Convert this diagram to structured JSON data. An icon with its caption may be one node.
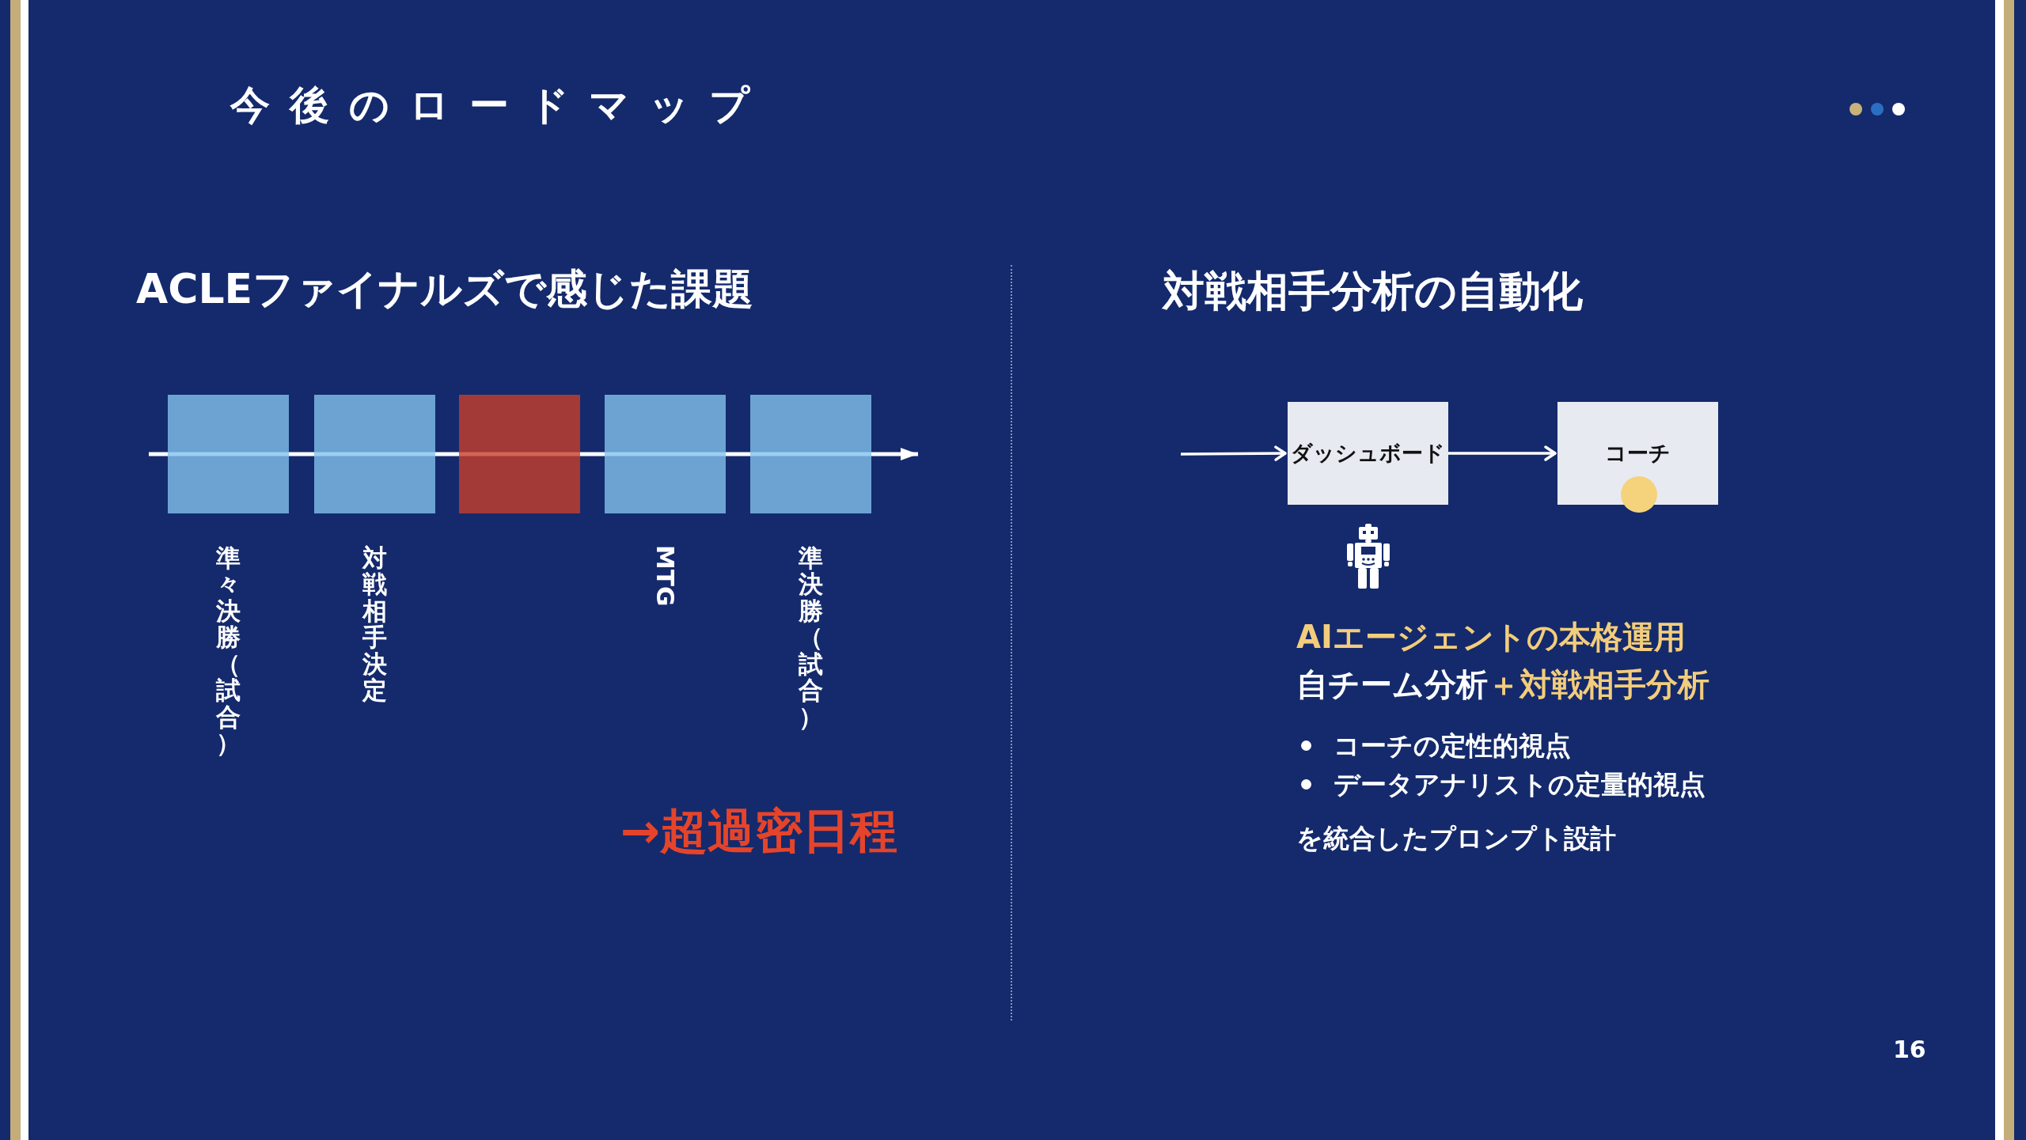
{
  "diagram": {
    "title": "今後のロードマップ",
    "nodes": [
      {
        "text": [],
        "shape": "box",
        "beside": [
          "準々決勝（試合）"
        ]
      },
      {
        "text": [],
        "shape": "box",
        "beside": [
          "対戦相手決定"
        ]
      },
      {
        "text": [],
        "shape": "box"
      },
      {
        "text": [],
        "shape": "box",
        "beside": [
          "MTG"
        ]
      },
      {
        "text": [],
        "shape": "box",
        "beside": [
          "準決勝（試合）"
        ]
      },
      {
        "text": [
          "ダッシュボード"
        ]
      },
      {
        "text": [
          "コーチ"
        ]
      }
    ],
    "edges": [
      {
        "from": null,
        "to": 5,
        "arrow": "to"
      },
      {
        "from": 5,
        "to": 6,
        "arrow": "to"
      }
    ],
    "labels": [
      "ACLEファイナルズで感じた課題",
      "→超過密日程",
      "対戦相手分析の自動化",
      "AIエージェントの本格運用",
      "自チーム分析",
      "＋対戦相手分析",
      "コーチの定性的視点",
      "データアナリストの定量的視点",
      "を統合したプロンプト設計",
      "16"
    ]
  }
}
